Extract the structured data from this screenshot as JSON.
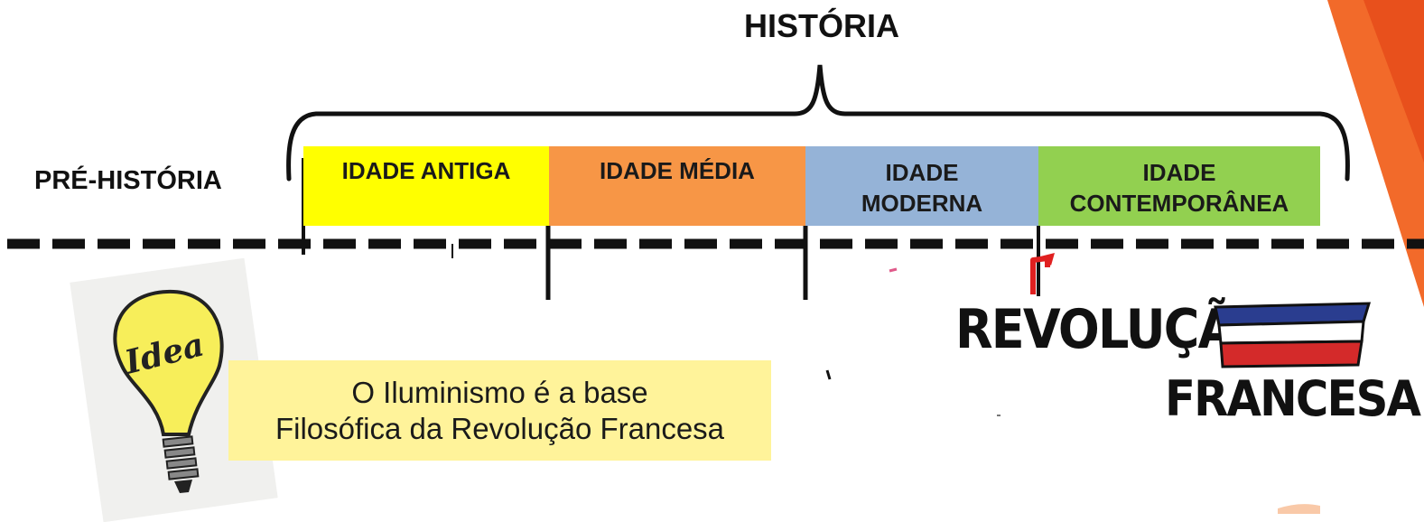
{
  "diagram": {
    "title": "HISTÓRIA",
    "prehistory_label": "PRÉ-HISTÓRIA",
    "eras": [
      {
        "label": "IDADE ANTIGA",
        "color": "#ffff00"
      },
      {
        "label": "IDADE MÉDIA",
        "color": "#f79646"
      },
      {
        "label": "IDADE\nMODERNA",
        "color": "#95b3d7"
      },
      {
        "label": "IDADE\nCONTEMPORÂNEA",
        "color": "#92d050"
      }
    ],
    "colors": {
      "line": "#111111",
      "accent_orange": "#f05a22",
      "marker_red": "#e02020"
    }
  },
  "note": {
    "line1": "O Iluminismo é a base",
    "line2": "Filosófica da Revolução Francesa",
    "background": "#fff39a"
  },
  "idea_icon": {
    "label": "Idea",
    "icon": "lightbulb-icon"
  },
  "logo": {
    "line1": "REVOLUÇÃO",
    "line2": "FRANCESA",
    "flag_colors": [
      "#2a3d8f",
      "#ffffff",
      "#d42a2a"
    ]
  }
}
